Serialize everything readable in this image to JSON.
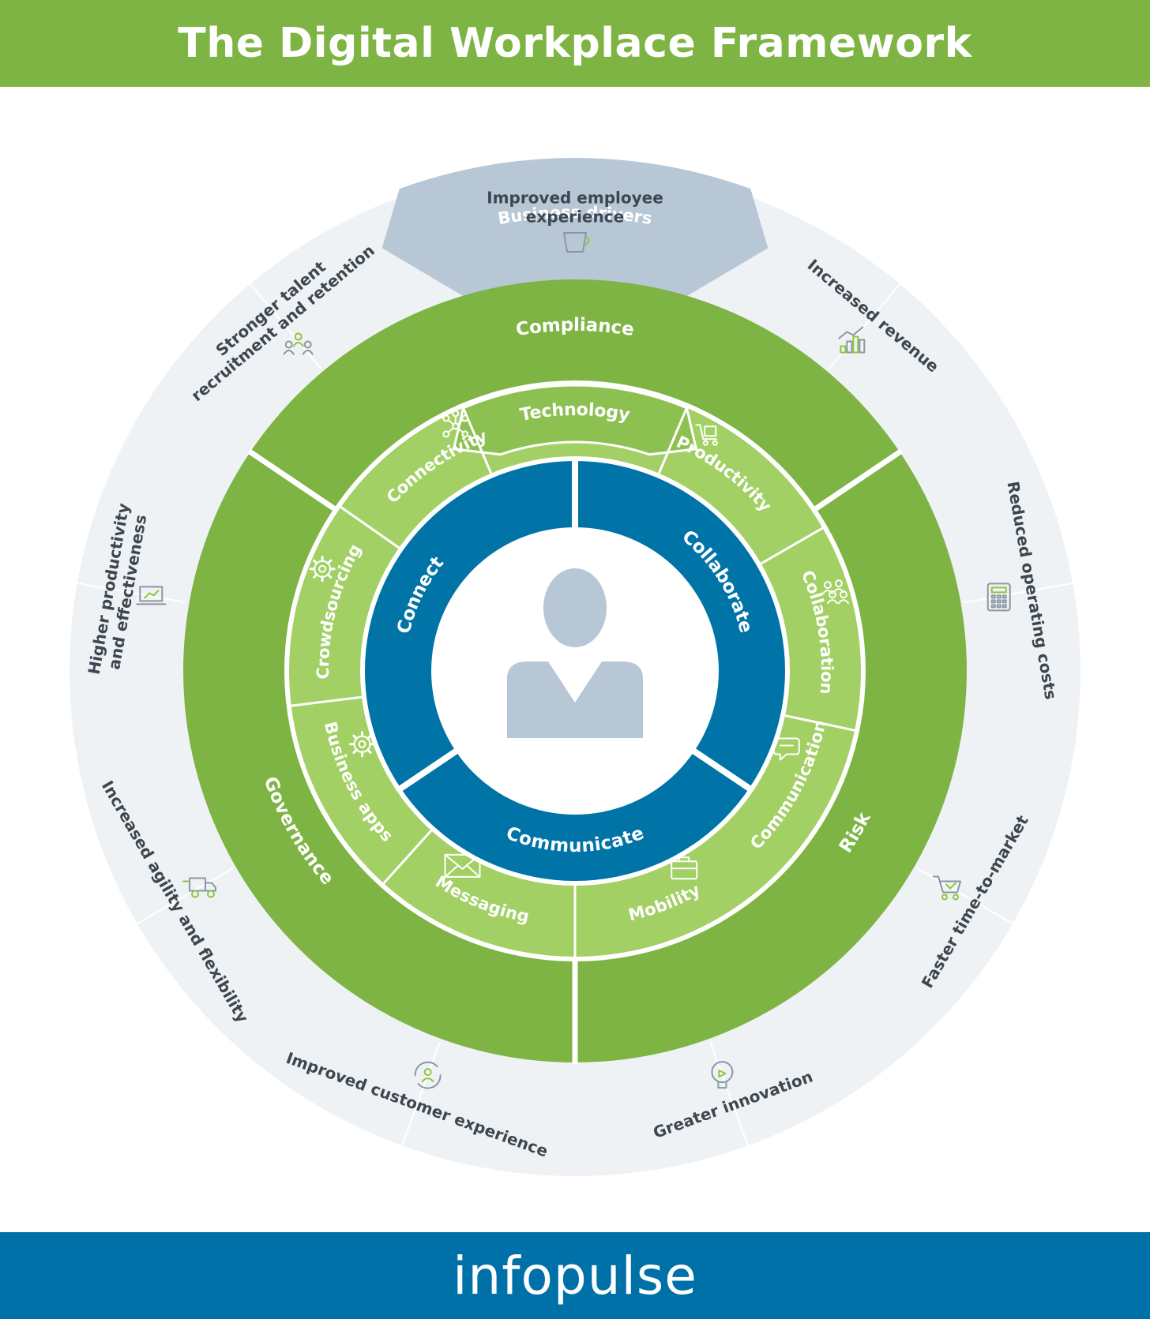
{
  "title": "The Digital Workplace Framework",
  "logo": "infopulse",
  "colors": {
    "header_green": "#7db443",
    "ring_green": "#7db443",
    "tech_green": "#a3d065",
    "tech_label_green": "#8cc152",
    "core_blue": "#0073a7",
    "driver_grey": "#eff2f5",
    "driver_header": "#b8c7d6",
    "icon_green": "#8cc63f",
    "icon_grey": "#8a96a3",
    "text_dark": "#3d4750",
    "footer_blue": "#0071a8"
  },
  "business_drivers": {
    "label": "Business drivers",
    "items": [
      {
        "lines": [
          "Increased revenue"
        ],
        "icon": "bar-chart-growth-icon"
      },
      {
        "lines": [
          "Reduced operating costs"
        ],
        "icon": "calculator-icon"
      },
      {
        "lines": [
          "Faster time-to-market"
        ],
        "icon": "shopping-cart-icon"
      },
      {
        "lines": [
          "Greater innovation"
        ],
        "icon": "lightbulb-icon"
      },
      {
        "lines": [
          "Improved customer experience"
        ],
        "icon": "customer-cycle-icon"
      },
      {
        "lines": [
          "Increased agility and flexibility"
        ],
        "icon": "delivery-truck-icon"
      },
      {
        "lines": [
          "Higher productivity",
          "and effectiveness"
        ],
        "icon": "laptop-chart-icon"
      },
      {
        "lines": [
          "Stronger talent",
          "recruitment and retention"
        ],
        "icon": "talent-people-icon"
      },
      {
        "lines": [
          "Improved employee",
          "experience"
        ],
        "icon": "coffee-cup-icon"
      }
    ]
  },
  "governance_ring": {
    "compliance": "Compliance",
    "risk": "Risk",
    "governance": "Governance"
  },
  "technology": {
    "label": "Technology",
    "items": [
      {
        "label": "Productivity",
        "icon": "cart-box-icon"
      },
      {
        "label": "Collaboration",
        "icon": "group-icon"
      },
      {
        "label": "Communication",
        "icon": "chat-bubble-icon"
      },
      {
        "label": "Mobility",
        "icon": "briefcase-icon"
      },
      {
        "label": "Messaging",
        "icon": "envelope-icon"
      },
      {
        "label": "Business apps",
        "icon": "gear-icon"
      },
      {
        "label": "Crowdsourcing",
        "icon": "crowd-gear-icon"
      },
      {
        "label": "Connectivity",
        "icon": "network-nodes-icon"
      }
    ]
  },
  "core": {
    "collaborate": "Collaborate",
    "communicate": "Communicate",
    "connect": "Connect",
    "center_icon": "person-icon"
  }
}
